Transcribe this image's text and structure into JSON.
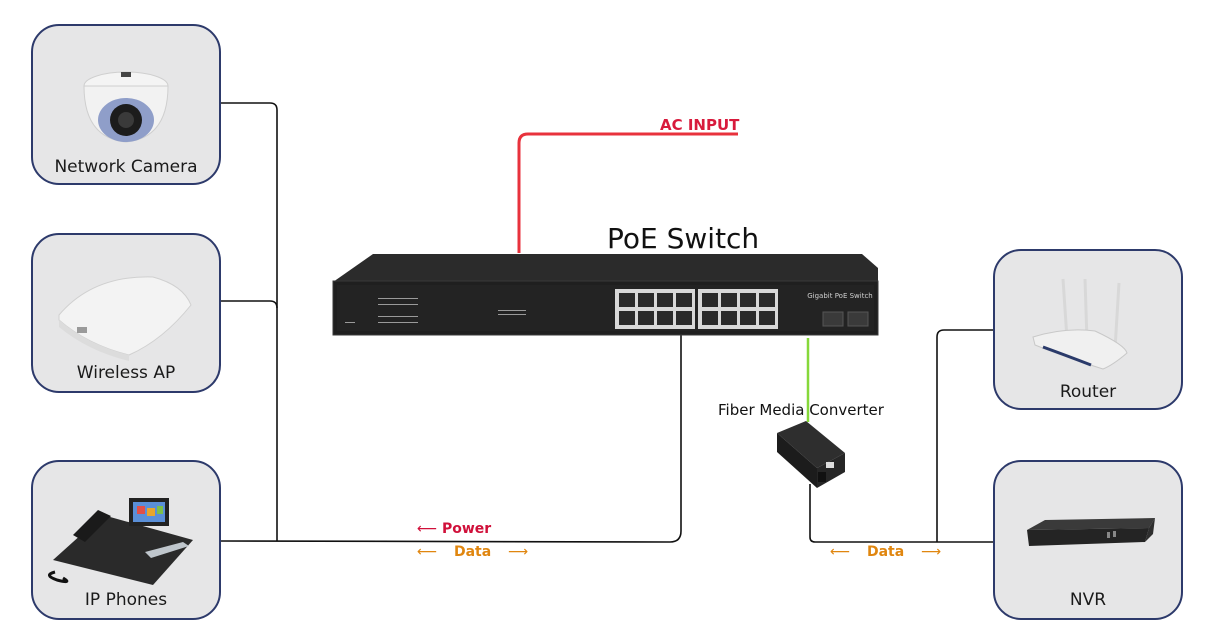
{
  "diagram": {
    "title": "PoE Switch",
    "switch": {
      "label": "PoE Switch",
      "panel_text": "Gigabit PoE Switch",
      "rj45_ports": 16,
      "sfp_ports": 2
    },
    "power_input": {
      "label": "AC INPUT",
      "color": "#e8323c"
    },
    "left_devices": [
      {
        "label": "Network Camera",
        "icon": "dome-camera-icon"
      },
      {
        "label": "Wireless AP",
        "icon": "wireless-ap-icon"
      },
      {
        "label": "IP Phones",
        "icon": "ip-phone-icon"
      }
    ],
    "right_devices": [
      {
        "label": "Router",
        "icon": "router-icon"
      },
      {
        "label": "NVR",
        "icon": "nvr-icon"
      }
    ],
    "converter": {
      "label": "Fiber Media Converter",
      "fiber_color": "#86d83a"
    },
    "link_labels": {
      "power": "Power",
      "power_arrow": "⟵",
      "data_left": "Data",
      "data_right": "Data",
      "arrow_left": "⟵",
      "arrow_right": "⟶"
    },
    "colors": {
      "box_border": "#2d3a6b",
      "box_fill": "#e6e6e7",
      "power": "#d0103a",
      "data": "#e0860f",
      "wire": "#111111"
    }
  }
}
